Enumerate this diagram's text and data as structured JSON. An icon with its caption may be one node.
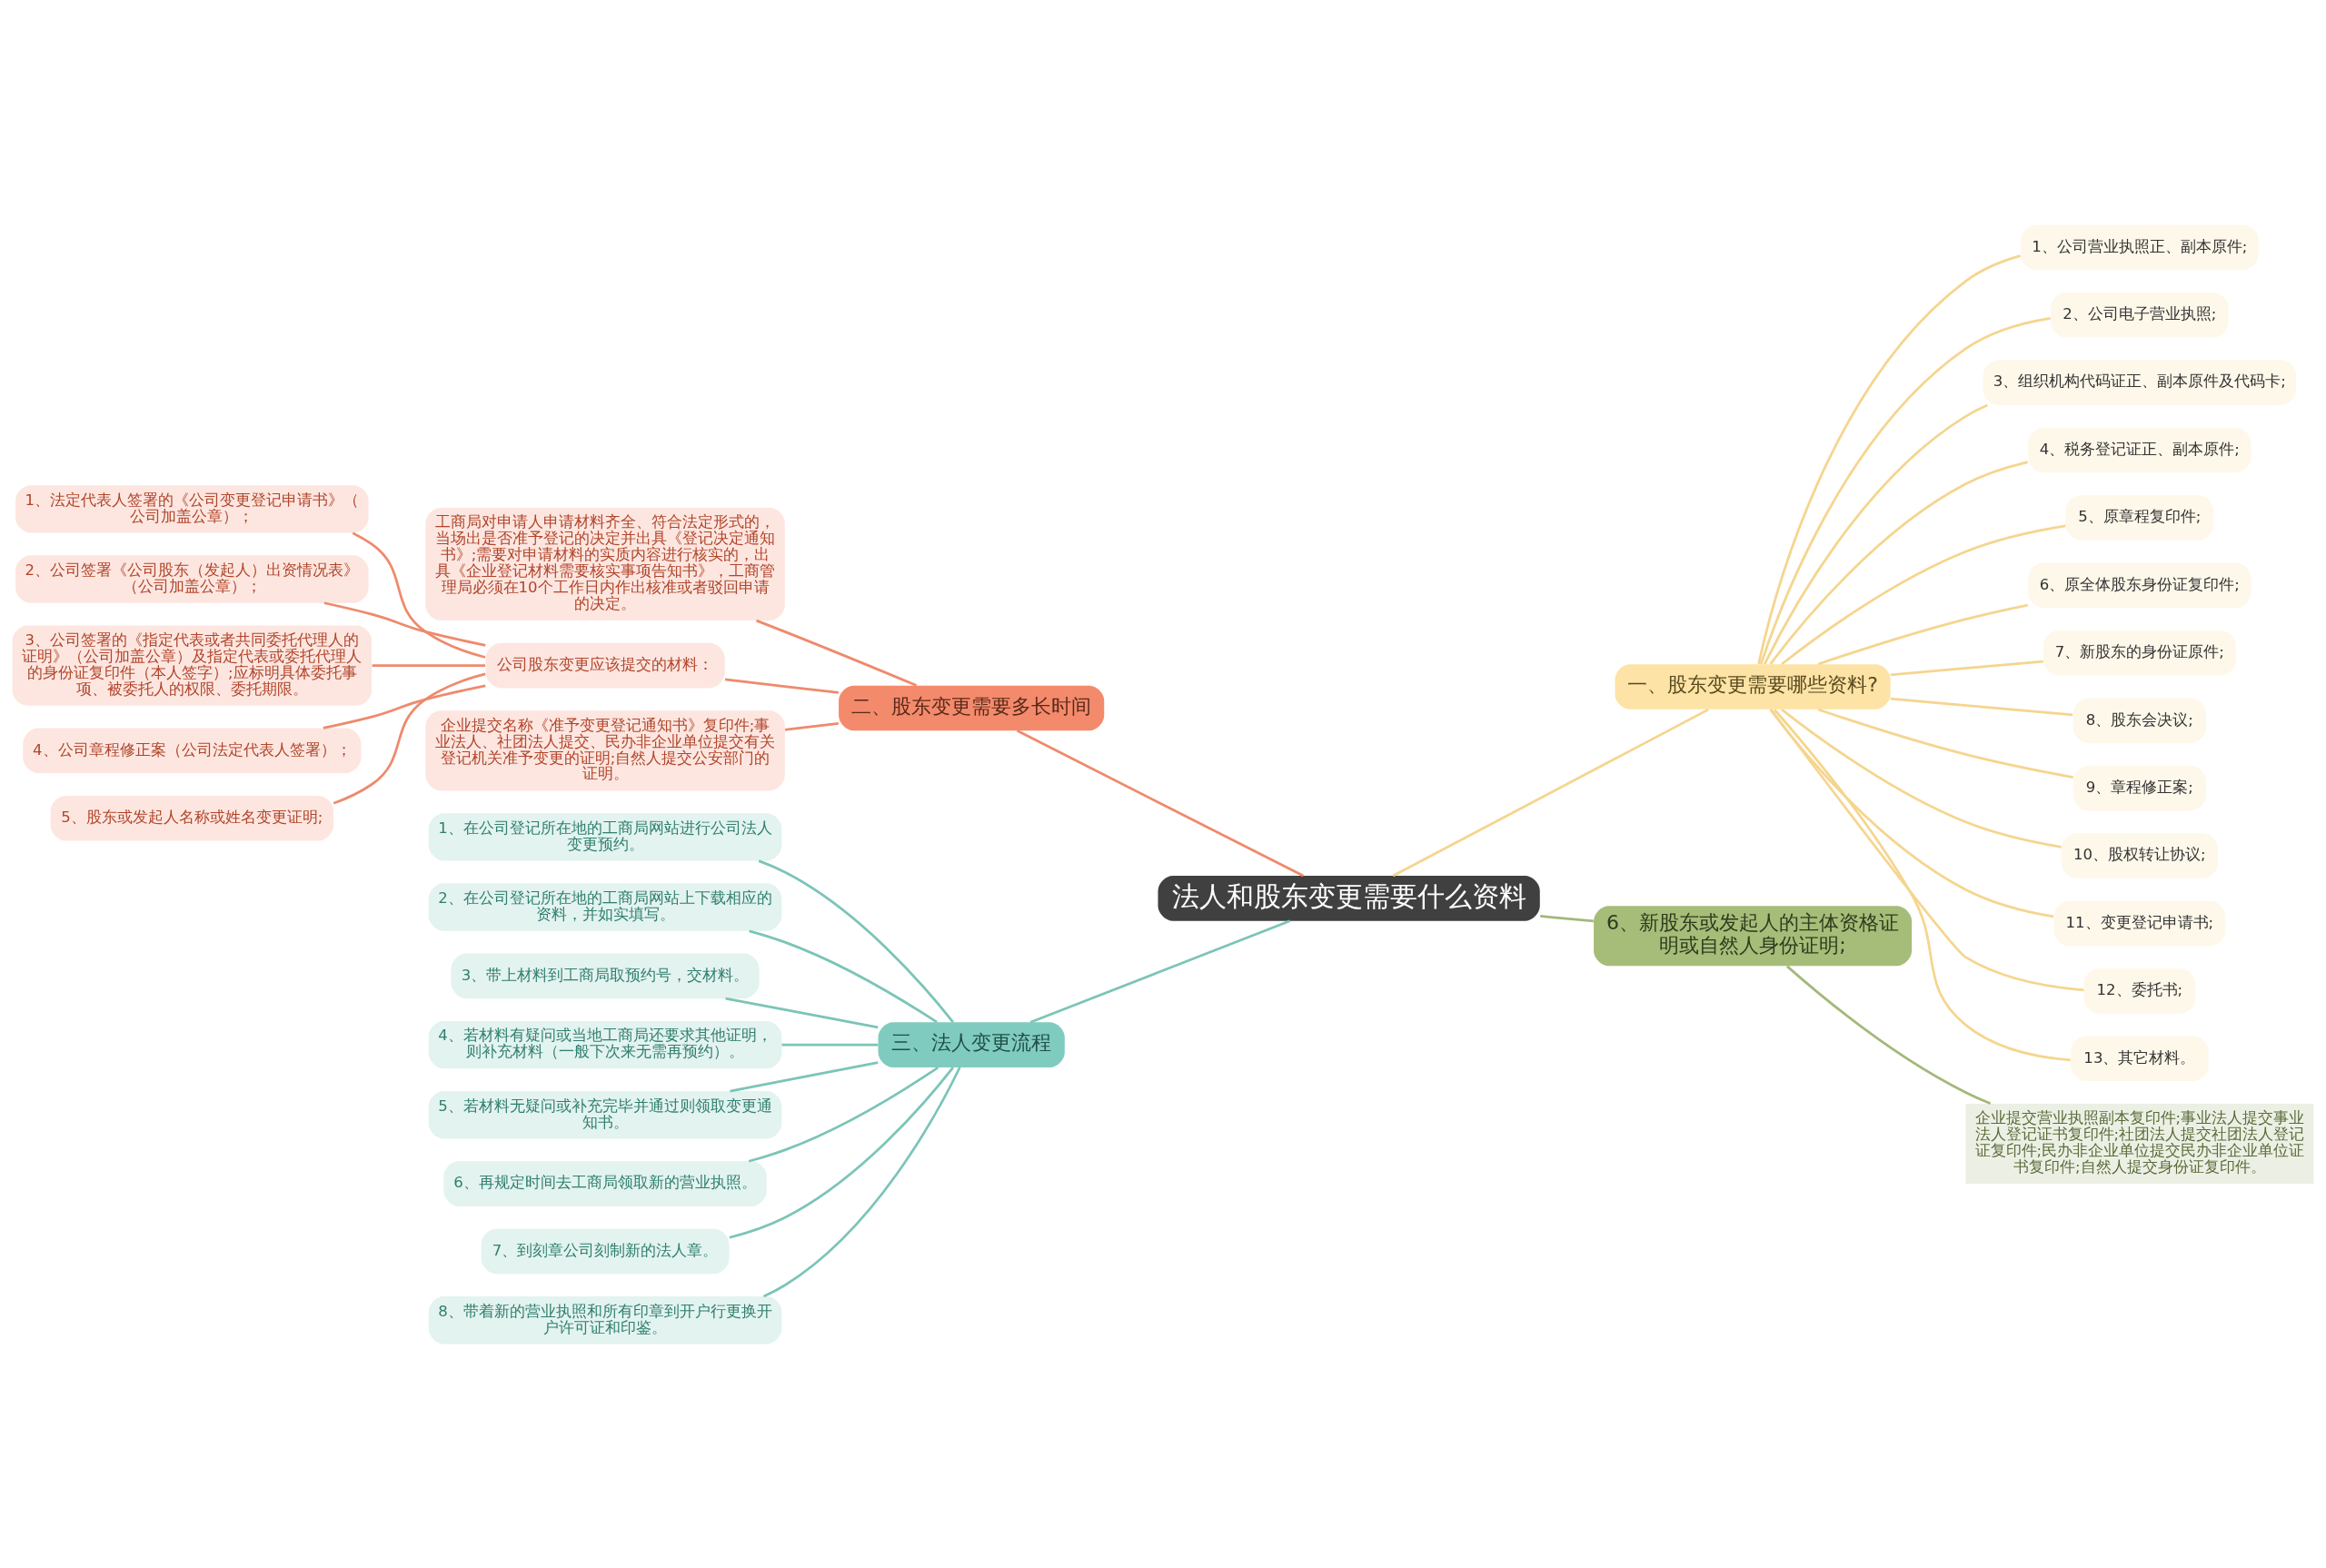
{
  "diagram": {
    "nodes": [
      {
        "text": [
          "法人和股东变更需要什么资料"
        ]
      },
      {
        "text": [
          "二、股东变更需要多长时间"
        ]
      },
      {
        "text": [
          "工商局对申请人申请材料齐全、符合法定形式的，当场出是否准予登记的决定并出具《登记决定通知书》;需要对申请材料的实质内容进行核实的，出具《企业登记材料需要核实事项告知书》，工商管理局必须在10个工作日内作出核准或者驳回申请的决定。"
        ]
      },
      {
        "text": [
          "公司股东变更应该提交的材料："
        ]
      },
      {
        "text": [
          "1、法定代表人签署的《公司变更登记申请书》（公司加盖公章）；"
        ]
      },
      {
        "text": [
          "2、公司签署《公司股东（发起人）出资情况表》（公司加盖公章）；"
        ]
      },
      {
        "text": [
          "3、公司签署的《指定代表或者共同委托代理人的证明》（公司加盖公章）及指定代表或委托代理人的身份证复印件（本人签字）;应标明具体委托事项、被委托人的权限、委托期限。"
        ]
      },
      {
        "text": [
          "4、公司章程修正案（公司法定代表人签署）；"
        ]
      },
      {
        "text": [
          "5、股东或发起人名称或姓名变更证明;"
        ]
      },
      {
        "text": [
          "企业提交名称《准予变更登记通知书》复印件;事业法人、社团法人提交、民办非企业单位提交有关登记机关准予变更的证明;自然人提交公安部门的证明。"
        ]
      },
      {
        "text": [
          "一、股东变更需要哪些资料?"
        ]
      },
      {
        "text": [
          "1、公司营业执照正、副本原件;"
        ]
      },
      {
        "text": [
          "2、公司电子营业执照;"
        ]
      },
      {
        "text": [
          "3、组织机构代码证正、副本原件及代码卡;"
        ]
      },
      {
        "text": [
          "4、税务登记证正、副本原件;"
        ]
      },
      {
        "text": [
          "5、原章程复印件;"
        ]
      },
      {
        "text": [
          "6、原全体股东身份证复印件;"
        ]
      },
      {
        "text": [
          "7、新股东的身份证原件;"
        ]
      },
      {
        "text": [
          "8、股东会决议;"
        ]
      },
      {
        "text": [
          "9、章程修正案;"
        ]
      },
      {
        "text": [
          "10、股权转让协议;"
        ]
      },
      {
        "text": [
          "11、变更登记申请书;"
        ]
      },
      {
        "text": [
          "12、委托书;"
        ]
      },
      {
        "text": [
          "13、其它材料。"
        ]
      },
      {
        "text": [
          "三、法人变更流程"
        ]
      },
      {
        "text": [
          "1、在公司登记所在地的工商局网站进行公司法人变更预约。"
        ]
      },
      {
        "text": [
          "2、在公司登记所在地的工商局网站上下载相应的资料，并如实填写。"
        ]
      },
      {
        "text": [
          "3、带上材料到工商局取预约号，交材料。"
        ]
      },
      {
        "text": [
          "4、若材料有疑问或当地工商局还要求其他证明，则补充材料（一般下次来无需再预约）。"
        ]
      },
      {
        "text": [
          "5、若材料无疑问或补充完毕并通过则领取变更通知书。"
        ]
      },
      {
        "text": [
          "6、再规定时间去工商局领取新的营业执照。"
        ]
      },
      {
        "text": [
          "7、到刻章公司刻制新的法人章。"
        ]
      },
      {
        "text": [
          "8、带着新的营业执照和所有印章到开户行更换开户许可证和印鉴。"
        ]
      },
      {
        "text": [
          "6、新股东或发起人的主体资格证明或自然人身份证明;"
        ]
      },
      {
        "text": [
          "企业提交营业执照副本复印件;事业法人提交事业法人登记证书复印件;社团法人提交社团法人登记证复印件;民办非企业单位提交民办非企业单位证书复印件;自然人提交身份证复印件。"
        ]
      }
    ],
    "edges": [
      {
        "from": 0,
        "to": 1,
        "arrow": "none",
        "color": "#ee8a6c"
      },
      {
        "from": 1,
        "to": 2,
        "arrow": "none",
        "color": "#ee8a6c"
      },
      {
        "from": 1,
        "to": 3,
        "arrow": "none",
        "color": "#ee8a6c"
      },
      {
        "from": 3,
        "to": 4,
        "arrow": "none",
        "color": "#ee8a6c"
      },
      {
        "from": 3,
        "to": 5,
        "arrow": "none",
        "color": "#ee8a6c"
      },
      {
        "from": 3,
        "to": 6,
        "arrow": "none",
        "color": "#ee8a6c"
      },
      {
        "from": 3,
        "to": 7,
        "arrow": "none",
        "color": "#ee8a6c"
      },
      {
        "from": 3,
        "to": 8,
        "arrow": "none",
        "color": "#ee8a6c"
      },
      {
        "from": 1,
        "to": 9,
        "arrow": "none",
        "color": "#ee8a6c"
      },
      {
        "from": 0,
        "to": 10,
        "arrow": "none"
      },
      {
        "from": 10,
        "to": 11,
        "arrow": "none"
      },
      {
        "from": 10,
        "to": 12,
        "arrow": "none"
      },
      {
        "from": 10,
        "to": 13,
        "arrow": "none"
      },
      {
        "from": 10,
        "to": 14,
        "arrow": "none"
      },
      {
        "from": 10,
        "to": 15,
        "arrow": "none"
      },
      {
        "from": 10,
        "to": 16,
        "arrow": "none"
      },
      {
        "from": 10,
        "to": 17,
        "arrow": "none"
      },
      {
        "from": 10,
        "to": 18,
        "arrow": "none"
      },
      {
        "from": 10,
        "to": 19,
        "arrow": "none"
      },
      {
        "from": 10,
        "to": 20,
        "arrow": "none"
      },
      {
        "from": 10,
        "to": 21,
        "arrow": "none"
      },
      {
        "from": 10,
        "to": 22,
        "arrow": "none"
      },
      {
        "from": 10,
        "to": 23,
        "arrow": "none"
      },
      {
        "from": 0,
        "to": 24,
        "arrow": "none",
        "color": "#7cc4b8"
      },
      {
        "from": 24,
        "to": 25,
        "arrow": "none",
        "color": "#7cc4b8"
      },
      {
        "from": 24,
        "to": 26,
        "arrow": "none",
        "color": "#7cc4b8"
      },
      {
        "from": 24,
        "to": 27,
        "arrow": "none",
        "color": "#7cc4b8"
      },
      {
        "from": 24,
        "to": 28,
        "arrow": "none",
        "color": "#7cc4b8"
      },
      {
        "from": 24,
        "to": 29,
        "arrow": "none",
        "color": "#7cc4b8"
      },
      {
        "from": 24,
        "to": 30,
        "arrow": "none",
        "color": "#7cc4b8"
      },
      {
        "from": 24,
        "to": 31,
        "arrow": "none",
        "color": "#7cc4b8"
      },
      {
        "from": 24,
        "to": 32,
        "arrow": "none",
        "color": "#7cc4b8"
      },
      {
        "from": 0,
        "to": 33,
        "arrow": "none",
        "color": "#a3b87a"
      },
      {
        "from": 33,
        "to": 34,
        "arrow": "none",
        "color": "#a3b87a"
      }
    ]
  }
}
